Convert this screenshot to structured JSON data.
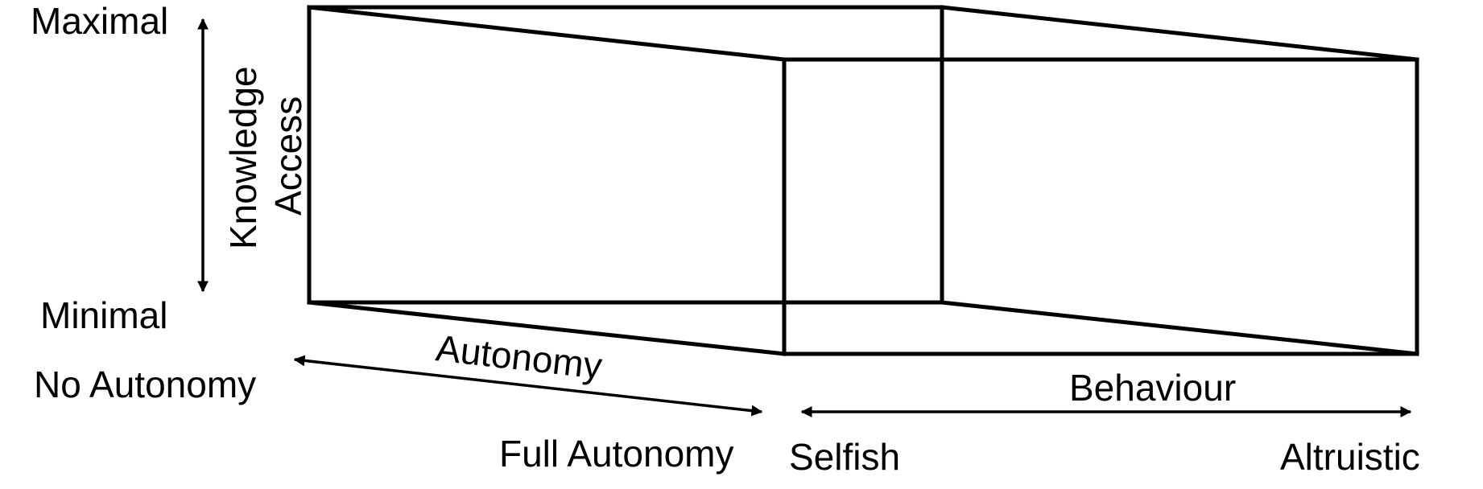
{
  "labels": {
    "knowledge_axis": "Knowledge",
    "access_axis": "Access",
    "maximal": "Maximal",
    "minimal": "Minimal",
    "autonomy_axis": "Autonomy",
    "no_autonomy": "No Autonomy",
    "full_autonomy": "Full Autonomy",
    "behaviour_axis": "Behaviour",
    "selfish": "Selfish",
    "altruistic": "Altruistic"
  },
  "colors": {
    "stroke": "#000000",
    "background": "#ffffff"
  }
}
